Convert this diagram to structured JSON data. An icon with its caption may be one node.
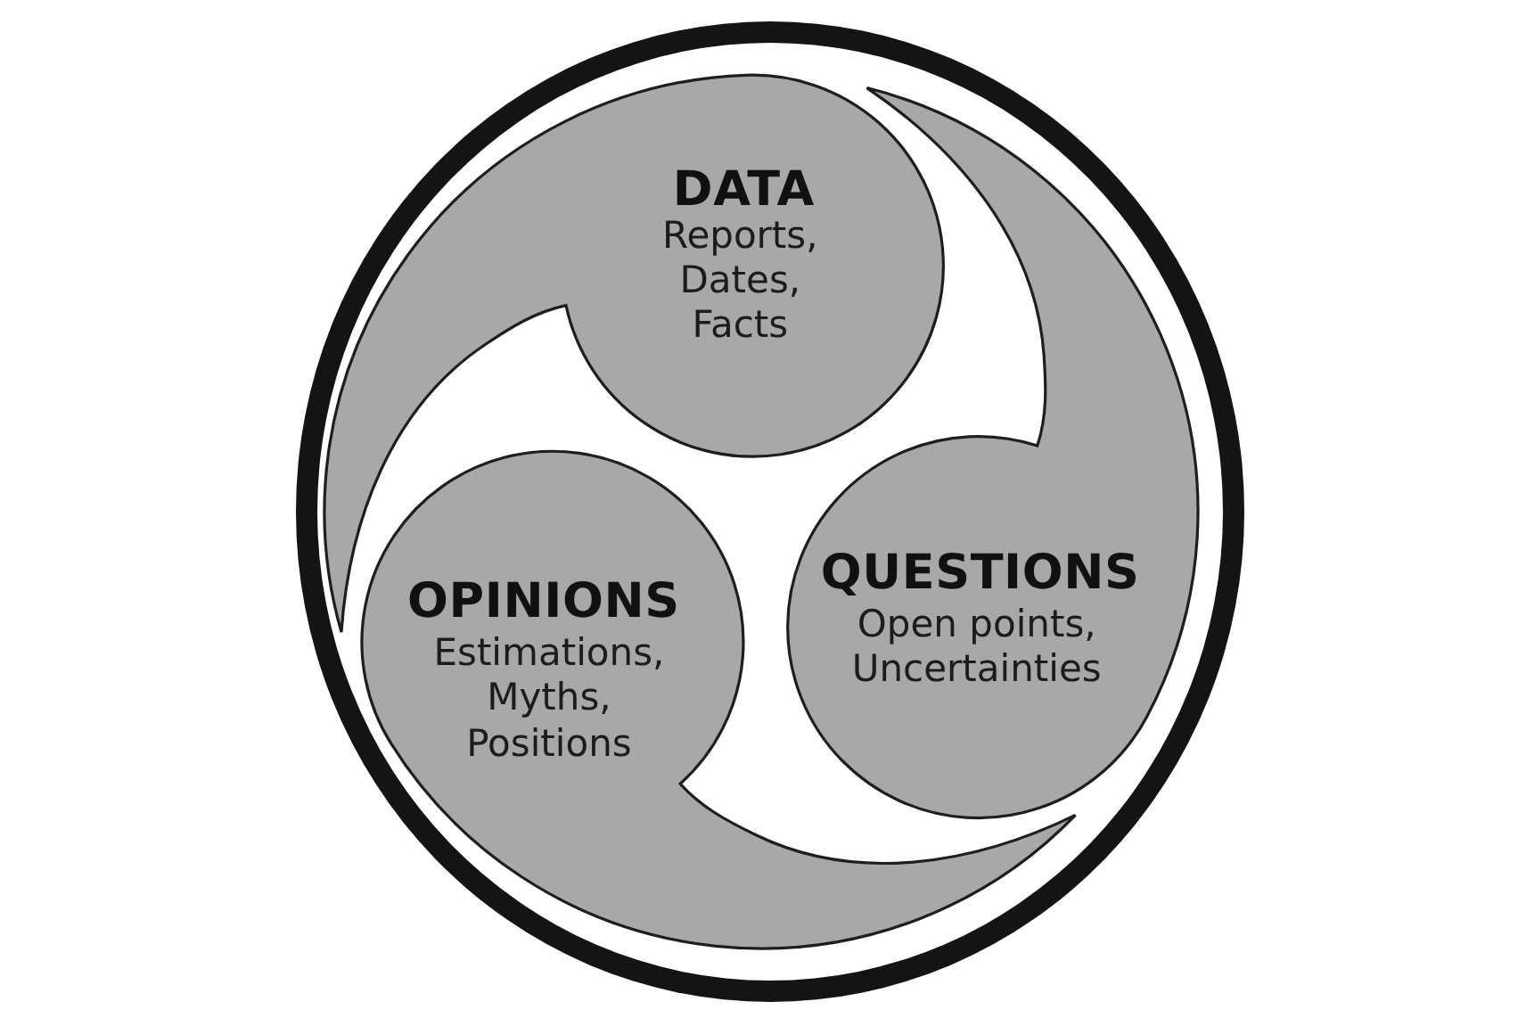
{
  "diagram": {
    "nodes": [
      {
        "text": [],
        "shape": "circle"
      },
      {
        "text": [
          "DATA",
          "Reports, Dates, Facts"
        ],
        "in": 0
      },
      {
        "text": [
          "OPINIONS",
          "Estimations, Myths, Positions"
        ],
        "in": 0
      },
      {
        "text": [
          "QUESTIONS",
          "Open points, Uncertainties"
        ],
        "in": 0
      }
    ]
  }
}
